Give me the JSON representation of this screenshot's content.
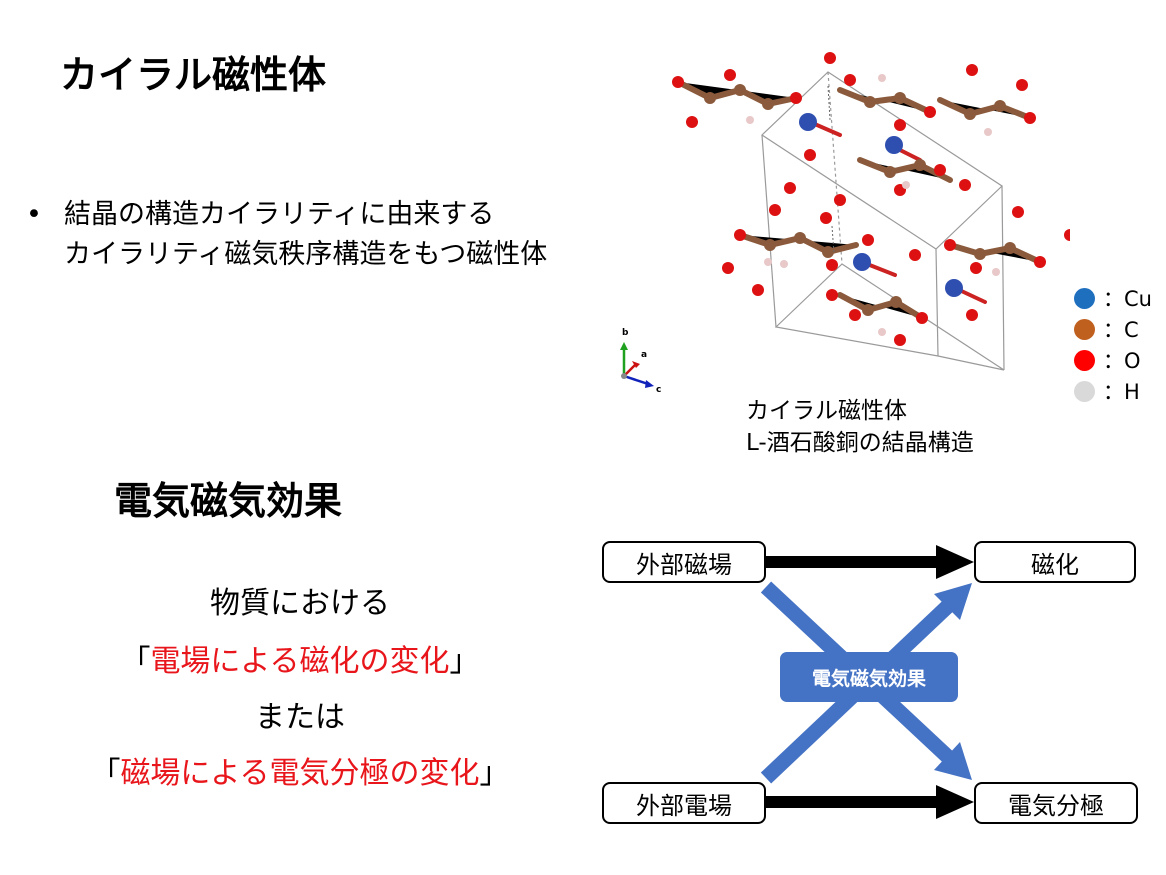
{
  "section1": {
    "title": "カイラル磁性体",
    "bullet_symbol": "•",
    "bullet_line1": "結晶の構造カイラリティに由来する",
    "bullet_line2": "カイラリティ磁気秩序構造をもつ磁性体"
  },
  "figure": {
    "caption_line1": "カイラル磁性体",
    "caption_line2": "L-酒石酸銅の結晶構造",
    "axes": {
      "b": "b",
      "a": "a",
      "c": "c"
    },
    "legend": [
      {
        "label": "：Cu",
        "color": "#1f6fbf"
      },
      {
        "label": "：C",
        "color": "#c0601e"
      },
      {
        "label": "：O",
        "color": "#ff0000"
      },
      {
        "label": "：H",
        "color": "#d9d9d9"
      }
    ]
  },
  "section2": {
    "title": "電気磁気効果",
    "line1": "物質における",
    "line2_open": "「",
    "line2_red": "電場による磁化の変化",
    "line2_close": "」",
    "line3": "または",
    "line4_open": "「",
    "line4_red": "磁場による電気分極の変化",
    "line4_close": "」"
  },
  "diagram": {
    "box_ext_magnetic": "外部磁場",
    "box_magnetization": "磁化",
    "box_ext_electric": "外部電場",
    "box_polarization": "電気分極",
    "center_label": "電気磁気効果"
  },
  "colors": {
    "accent_blue": "#4472c4",
    "red_text": "#e8151b"
  }
}
